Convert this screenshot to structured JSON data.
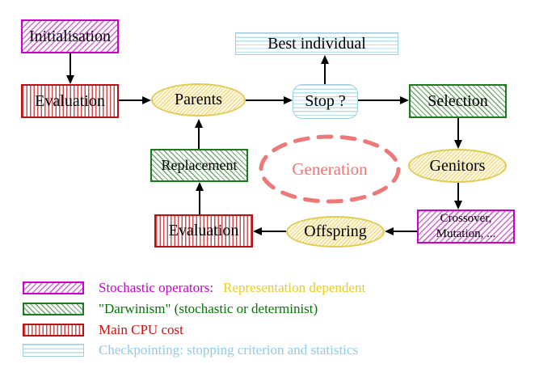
{
  "nodes": {
    "initialisation": {
      "label": "Initialisation"
    },
    "evaluation_top": {
      "label": "Evaluation"
    },
    "parents": {
      "label": "Parents"
    },
    "best_individual": {
      "label": "Best individual"
    },
    "stop": {
      "label": "Stop ?"
    },
    "selection": {
      "label": "Selection"
    },
    "genitors": {
      "label": "Genitors"
    },
    "crossover_mutation": {
      "line1": "Crossover,",
      "line2": "Mutation, ..."
    },
    "offspring": {
      "label": "Offspring"
    },
    "evaluation_bottom": {
      "label": "Evaluation"
    },
    "replacement": {
      "label": "Replacement"
    },
    "generation": {
      "label": "Generation"
    }
  },
  "legend": {
    "items": [
      {
        "swatch": "magenta-diagonal-hatch",
        "text": "Stochastic operators:",
        "text2": "Representation dependent",
        "text_color": "#cc00cc",
        "text2_color": "#eecc22"
      },
      {
        "swatch": "green-diagonal-hatch",
        "text": "\"Darwinism\" (stochastic or determinist)",
        "text_color": "#007700"
      },
      {
        "swatch": "red-vertical-lines",
        "text": "Main CPU cost",
        "text_color": "#cc1111"
      },
      {
        "swatch": "cyan-horizontal-lines",
        "text": "Checkpointing: stopping criterion and statistics",
        "text_color": "#8cccec"
      }
    ]
  },
  "colors": {
    "magenta_border": "#cc00cc",
    "green_border": "#1d7a1d",
    "red_border": "#bb1111",
    "cyan_border": "#9fcfdf",
    "yellow_border": "#e0cc55",
    "generation_salmon": "#ee7777",
    "arrow": "#000000",
    "background": "#ffffff"
  }
}
